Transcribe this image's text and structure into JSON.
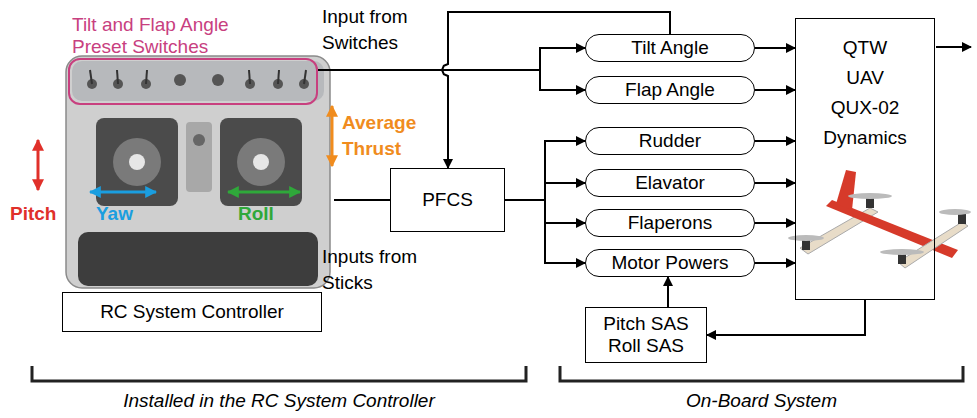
{
  "diagram": {
    "nodes": [
      {
        "text": [
          "Tilt and Flap Angle Preset Switches"
        ]
      },
      {
        "text": [
          "Tilt Angle"
        ]
      },
      {
        "text": [
          "Flap Angle"
        ]
      },
      {
        "text": [
          "PFCS"
        ]
      },
      {
        "text": [
          "Rudder"
        ]
      },
      {
        "text": [
          "Elavator"
        ]
      },
      {
        "text": [
          "Flaperons"
        ]
      },
      {
        "text": [
          "Motor Powers"
        ]
      },
      {
        "text": [
          "QTW UAV QUX-02 Dynamics"
        ]
      },
      {
        "text": [
          "Pitch SAS Roll SAS"
        ]
      },
      {
        "text": [
          "RC System Controller"
        ]
      }
    ],
    "edges": [
      {
        "from": 0,
        "to": 1,
        "arrow": "to"
      },
      {
        "from": 0,
        "to": 2,
        "arrow": "to"
      },
      {
        "from": 1,
        "to": 3,
        "arrow": "to"
      },
      {
        "from": 3,
        "to": 4,
        "arrow": "to"
      },
      {
        "from": 3,
        "to": 5,
        "arrow": "to"
      },
      {
        "from": 3,
        "to": 6,
        "arrow": "to"
      },
      {
        "from": 3,
        "to": 7,
        "arrow": "to"
      },
      {
        "from": 1,
        "to": 8,
        "arrow": "to"
      },
      {
        "from": 2,
        "to": 8,
        "arrow": "to"
      },
      {
        "from": 4,
        "to": 8,
        "arrow": "to"
      },
      {
        "from": 5,
        "to": 8,
        "arrow": "to"
      },
      {
        "from": 6,
        "to": 8,
        "arrow": "to"
      },
      {
        "from": 7,
        "to": 8,
        "arrow": "to"
      },
      {
        "from": 8,
        "to": 9,
        "arrow": "to"
      },
      {
        "from": 9,
        "to": 7,
        "arrow": "to"
      }
    ],
    "labels": [
      "Input from Switches",
      "Pitch",
      "Yaw",
      "Roll",
      "Average Thrust",
      "Inputs from Sticks",
      "Installed in the RC System Controller",
      "On-Board System"
    ]
  }
}
